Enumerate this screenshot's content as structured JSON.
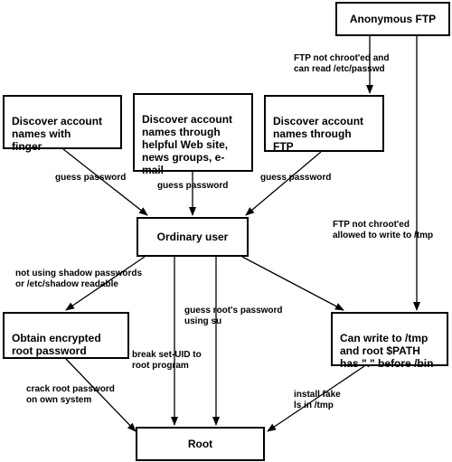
{
  "nodes": {
    "anonymous_ftp": "Anonymous FTP",
    "finger": "Discover account\nnames with\nfinger",
    "web": "Discover account\nnames through\nhelpful Web site,\nnews groups, e-mail",
    "ftp_names": "Discover account\nnames through\nFTP",
    "ordinary_user": "Ordinary user",
    "encrypted_root": "Obtain encrypted\nroot password",
    "write_tmp": "Can write to /tmp\nand root $PATH\nhas \".\" before /bin",
    "root": "Root"
  },
  "edges": {
    "ftp_passwd": "FTP not chroot'ed and\ncan read /etc/passwd",
    "guess_finger": "guess password",
    "guess_web": "guess password",
    "guess_ftp": "guess password",
    "ftp_tmp": "FTP not chroot'ed\nallowed to write to /tmp",
    "shadow": "not using shadow passwords\nor /etc/shadow readable",
    "su": "guess root's password\nusing su",
    "setuid": "break set-UID to\nroot program",
    "crack": "crack root password\non own system",
    "fake_ls": "install fake\nls in /tmp"
  }
}
